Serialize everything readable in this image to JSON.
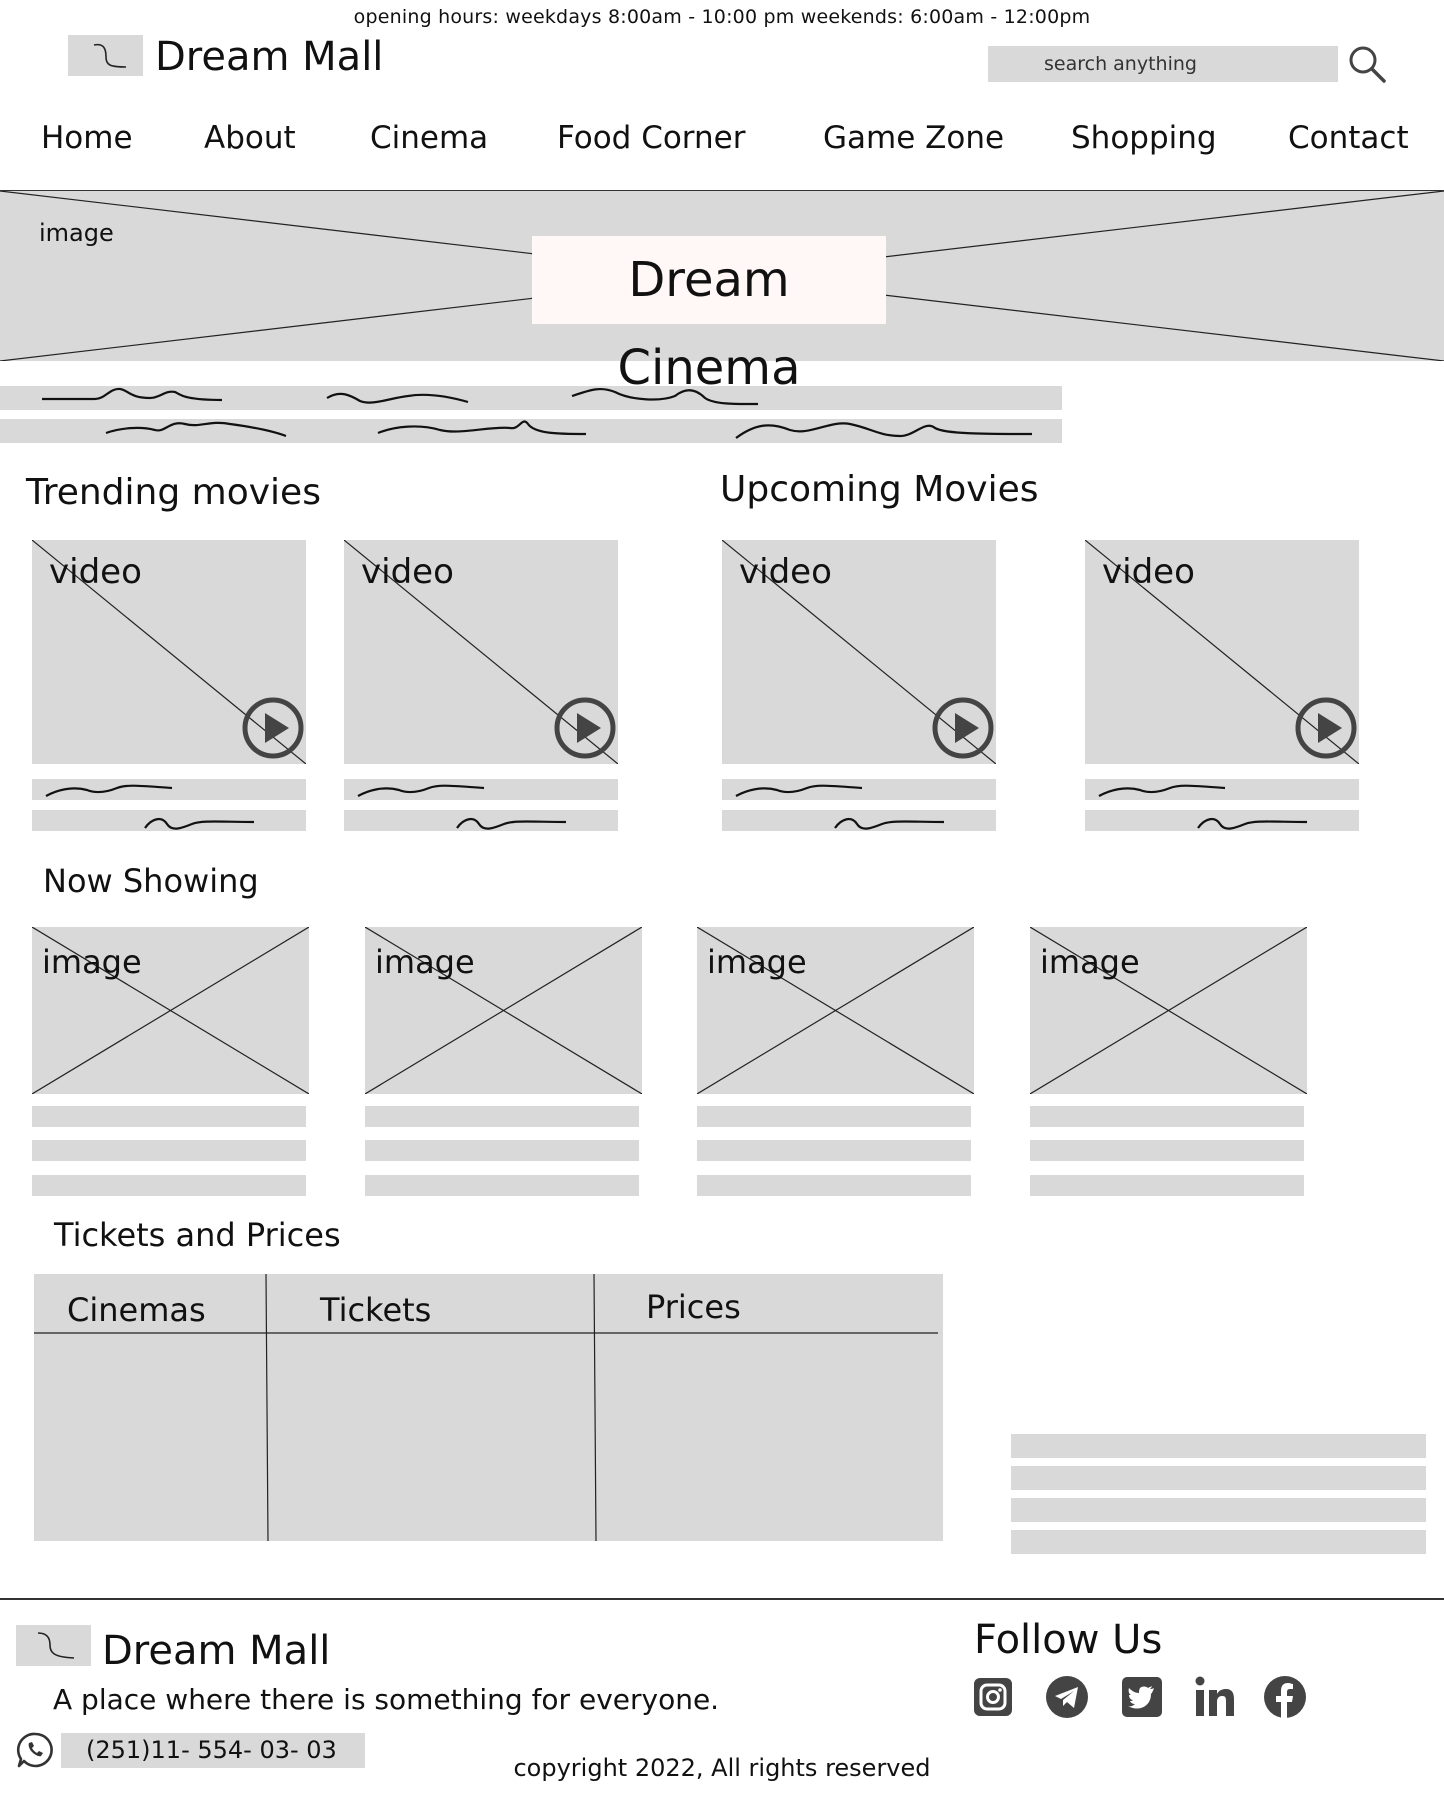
{
  "topbar": {
    "hours": "opening hours: weekdays 8:00am - 10:00 pm  weekends: 6:00am - 12:00pm",
    "brand": "Dream Mall",
    "search_placeholder": "search anything"
  },
  "nav": [
    "Home",
    "About",
    "Cinema",
    "Food Corner",
    "Game Zone",
    "Shopping",
    "Contact"
  ],
  "hero": {
    "label": "image",
    "title": "Dream Cinema"
  },
  "trending": {
    "heading": "Trending movies",
    "cards": [
      "video",
      "video"
    ]
  },
  "upcoming": {
    "heading": "Upcoming Movies",
    "cards": [
      "video",
      "video"
    ]
  },
  "now_showing": {
    "heading": "Now Showing",
    "cards": [
      "image",
      "image",
      "image",
      "image"
    ]
  },
  "tickets": {
    "heading": "Tickets and Prices",
    "columns": [
      "Cinemas",
      "Tickets",
      "Prices"
    ]
  },
  "footer": {
    "brand": "Dream Mall",
    "tagline": "A place where there is something for everyone.",
    "phone": "(251)11- 554- 03- 03",
    "copyright": "copyright 2022, All rights reserved",
    "follow": "Follow Us",
    "social": [
      "instagram-icon",
      "telegram-icon",
      "twitter-icon",
      "linkedin-icon",
      "facebook-icon"
    ]
  },
  "colors": {
    "placeholder_gray": "#d9d9d9",
    "ink": "#111111",
    "hero_title_bg": "#fff8f6",
    "icon_dark": "#444444"
  }
}
